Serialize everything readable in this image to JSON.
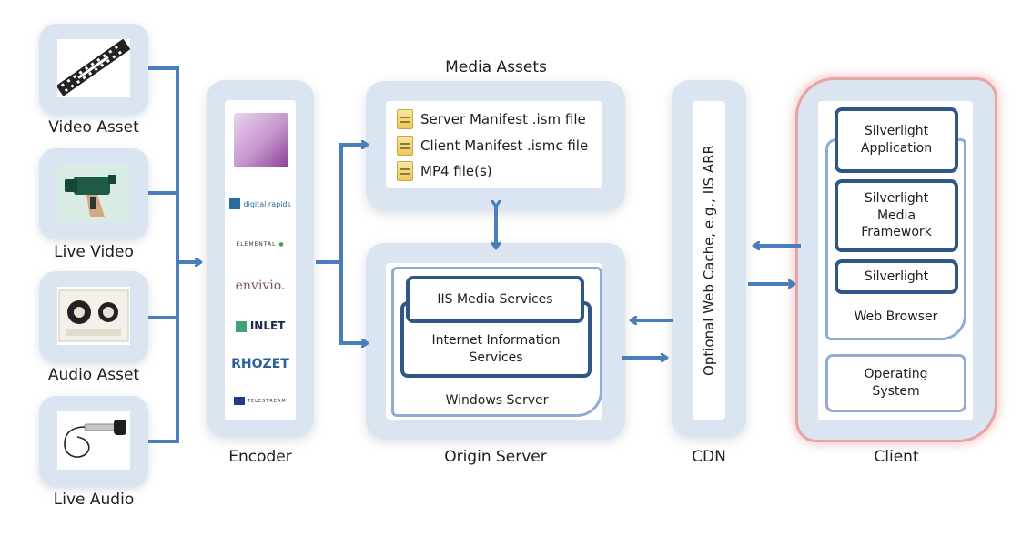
{
  "sources": [
    {
      "label": "Video Asset",
      "icon": "film-strip-icon"
    },
    {
      "label": "Live Video",
      "icon": "video-camera-icon"
    },
    {
      "label": "Audio Asset",
      "icon": "cassette-tape-icon"
    },
    {
      "label": "Live Audio",
      "icon": "microphone-icon"
    }
  ],
  "encoder": {
    "label": "Encoder",
    "logos": [
      {
        "name": "expression-encoder",
        "text": ""
      },
      {
        "name": "digital-rapids",
        "text": "digital rapids"
      },
      {
        "name": "elemental",
        "text": "ELEMENTAL"
      },
      {
        "name": "envivio",
        "text": "envivio."
      },
      {
        "name": "inlet",
        "text": "INLET"
      },
      {
        "name": "rhozet",
        "text": "RHOZET"
      },
      {
        "name": "telestream",
        "text": "TELESTREAM"
      }
    ]
  },
  "media_assets": {
    "title": "Media Assets",
    "files": [
      "Server Manifest .ism file",
      "Client Manifest .ismc file",
      "MP4 file(s)"
    ]
  },
  "origin_server": {
    "label": "Origin Server",
    "iis_media": "IIS Media Services",
    "iis": "Internet Information Services",
    "windows": "Windows Server"
  },
  "cdn": {
    "label": "CDN",
    "cache": "Optional Web Cache, e.g., IIS ARR"
  },
  "client": {
    "label": "Client",
    "sl_app": "Silverlight Application",
    "sl_media": "Silverlight Media Framework",
    "silverlight": "Silverlight",
    "browser": "Web Browser",
    "os": "Operating System"
  },
  "colors": {
    "connector": "#4a7ebb",
    "panel": "#dbe5f1",
    "dark_border": "#2f5685",
    "light_border": "#8fadd3",
    "client_glow": "#e8a3a3"
  }
}
